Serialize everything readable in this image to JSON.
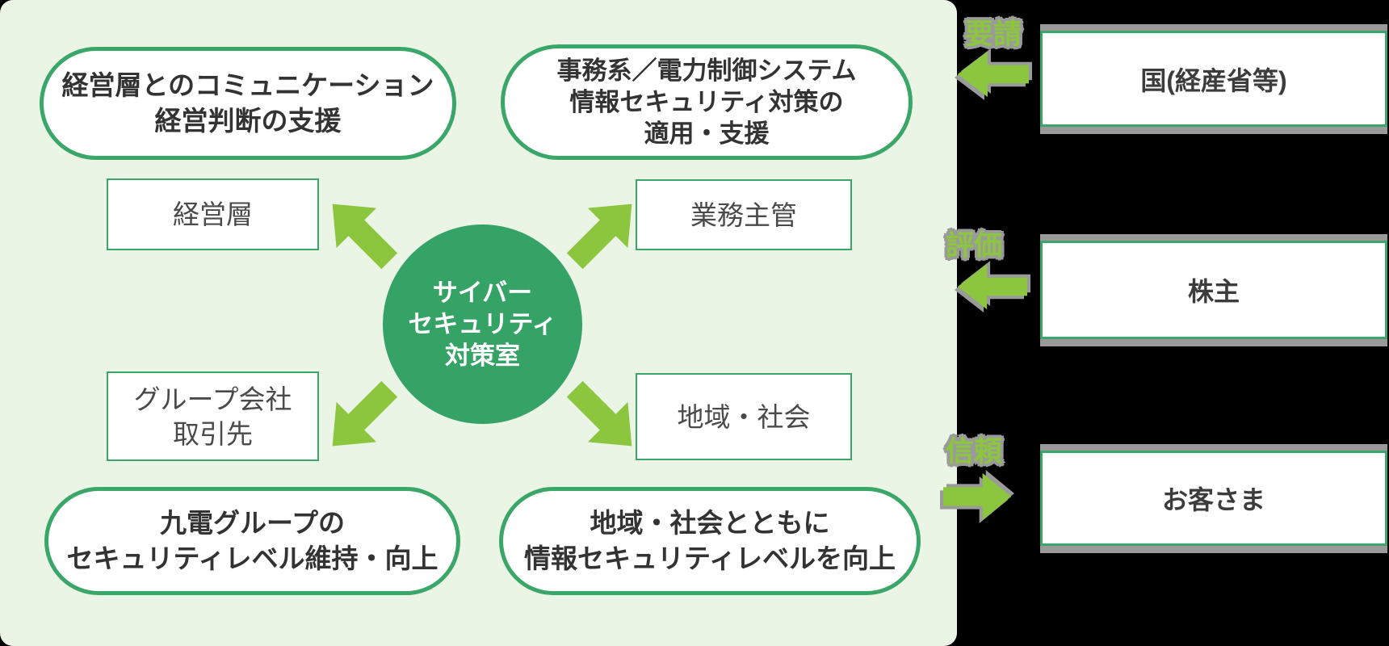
{
  "colors": {
    "background": "#000000",
    "panel_bg": "#eaf5e6",
    "outline_green": "#3aa768",
    "circle_green": "#35a266",
    "arrow_green": "#8cc63e",
    "halo_gray": "#9a9a9a",
    "text_dark": "#333333"
  },
  "panel": {
    "center_circle": {
      "lines": [
        "サイバー",
        "セキュリティ",
        "対策室"
      ]
    },
    "goal_pills": [
      {
        "lines": [
          "経営層とのコミュニケーション",
          "経営判断の支援"
        ]
      },
      {
        "lines": [
          "事務系／電力制御システム",
          "情報セキュリティ対策の",
          "適用・支援"
        ]
      },
      {
        "lines": [
          "九電グループの",
          "セキュリティレベル維持・向上"
        ]
      },
      {
        "lines": [
          "地域・社会とともに",
          "情報セキュリティレベルを向上"
        ]
      }
    ],
    "stakeholder_boxes": [
      {
        "lines": [
          "経営層"
        ]
      },
      {
        "lines": [
          "業務主管"
        ]
      },
      {
        "lines": [
          "グループ会社",
          "取引先"
        ]
      },
      {
        "lines": [
          "地域・社会"
        ]
      }
    ]
  },
  "external": {
    "relations": [
      {
        "label": "要請",
        "entity": "国(経産省等)",
        "arrow_direction": "left"
      },
      {
        "label": "評価",
        "entity": "株主",
        "arrow_direction": "left"
      },
      {
        "label": "信頼",
        "entity": "お客さま",
        "arrow_direction": "right"
      }
    ]
  }
}
